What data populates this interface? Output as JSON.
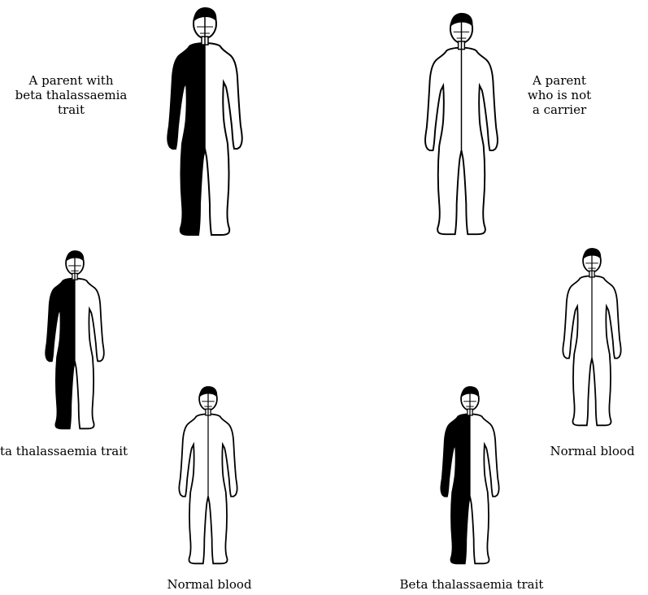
{
  "colors": {
    "carrier_fill": "#000000",
    "outline": "#000000",
    "background": "#ffffff"
  },
  "parents": {
    "left": {
      "lines": [
        "A parent with",
        "beta thalassaemia",
        "trait"
      ],
      "status": "carrier"
    },
    "right": {
      "lines": [
        "A parent",
        "who is not",
        "a carrier"
      ],
      "status": "non-carrier"
    }
  },
  "children": [
    {
      "label": "ta thalassaemia trait",
      "status": "carrier"
    },
    {
      "label": "Normal blood",
      "status": "non-carrier"
    },
    {
      "label": "Beta thalassaemia trait",
      "status": "carrier"
    },
    {
      "label": "Normal blood",
      "status": "non-carrier"
    }
  ]
}
